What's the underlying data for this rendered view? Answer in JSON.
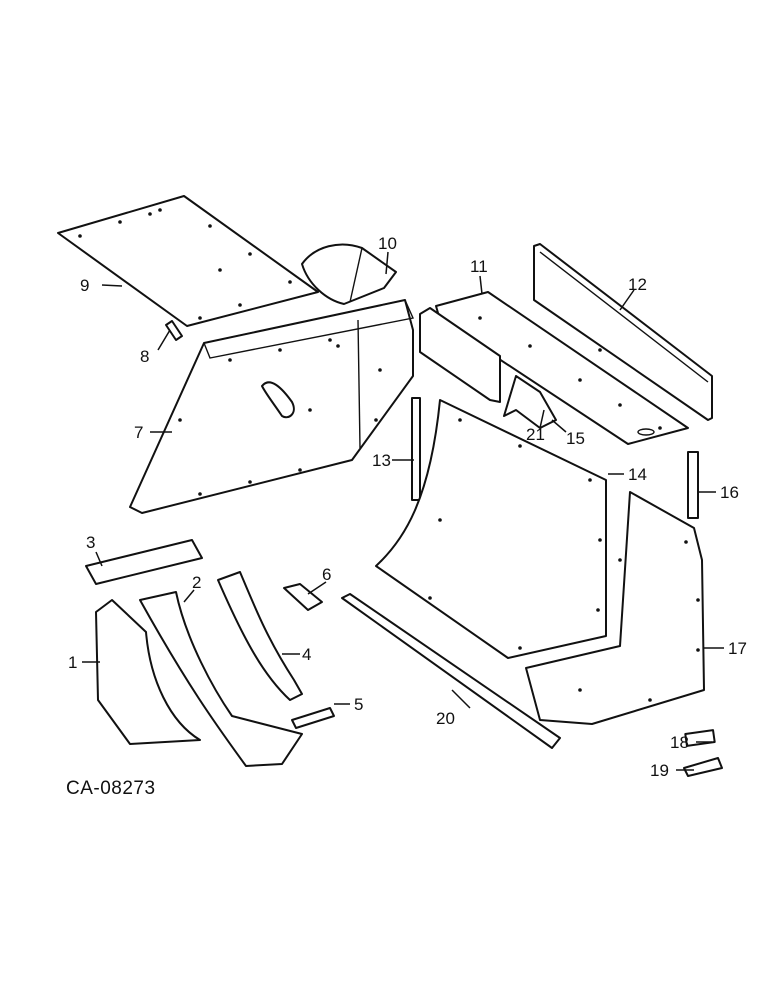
{
  "diagram": {
    "code": "CA-08273",
    "callouts": [
      "1",
      "2",
      "3",
      "4",
      "5",
      "6",
      "7",
      "8",
      "9",
      "10",
      "11",
      "12",
      "13",
      "14",
      "15",
      "16",
      "17",
      "18",
      "19",
      "20",
      "21"
    ]
  },
  "colors": {
    "line": "#111111",
    "background": "#ffffff"
  }
}
